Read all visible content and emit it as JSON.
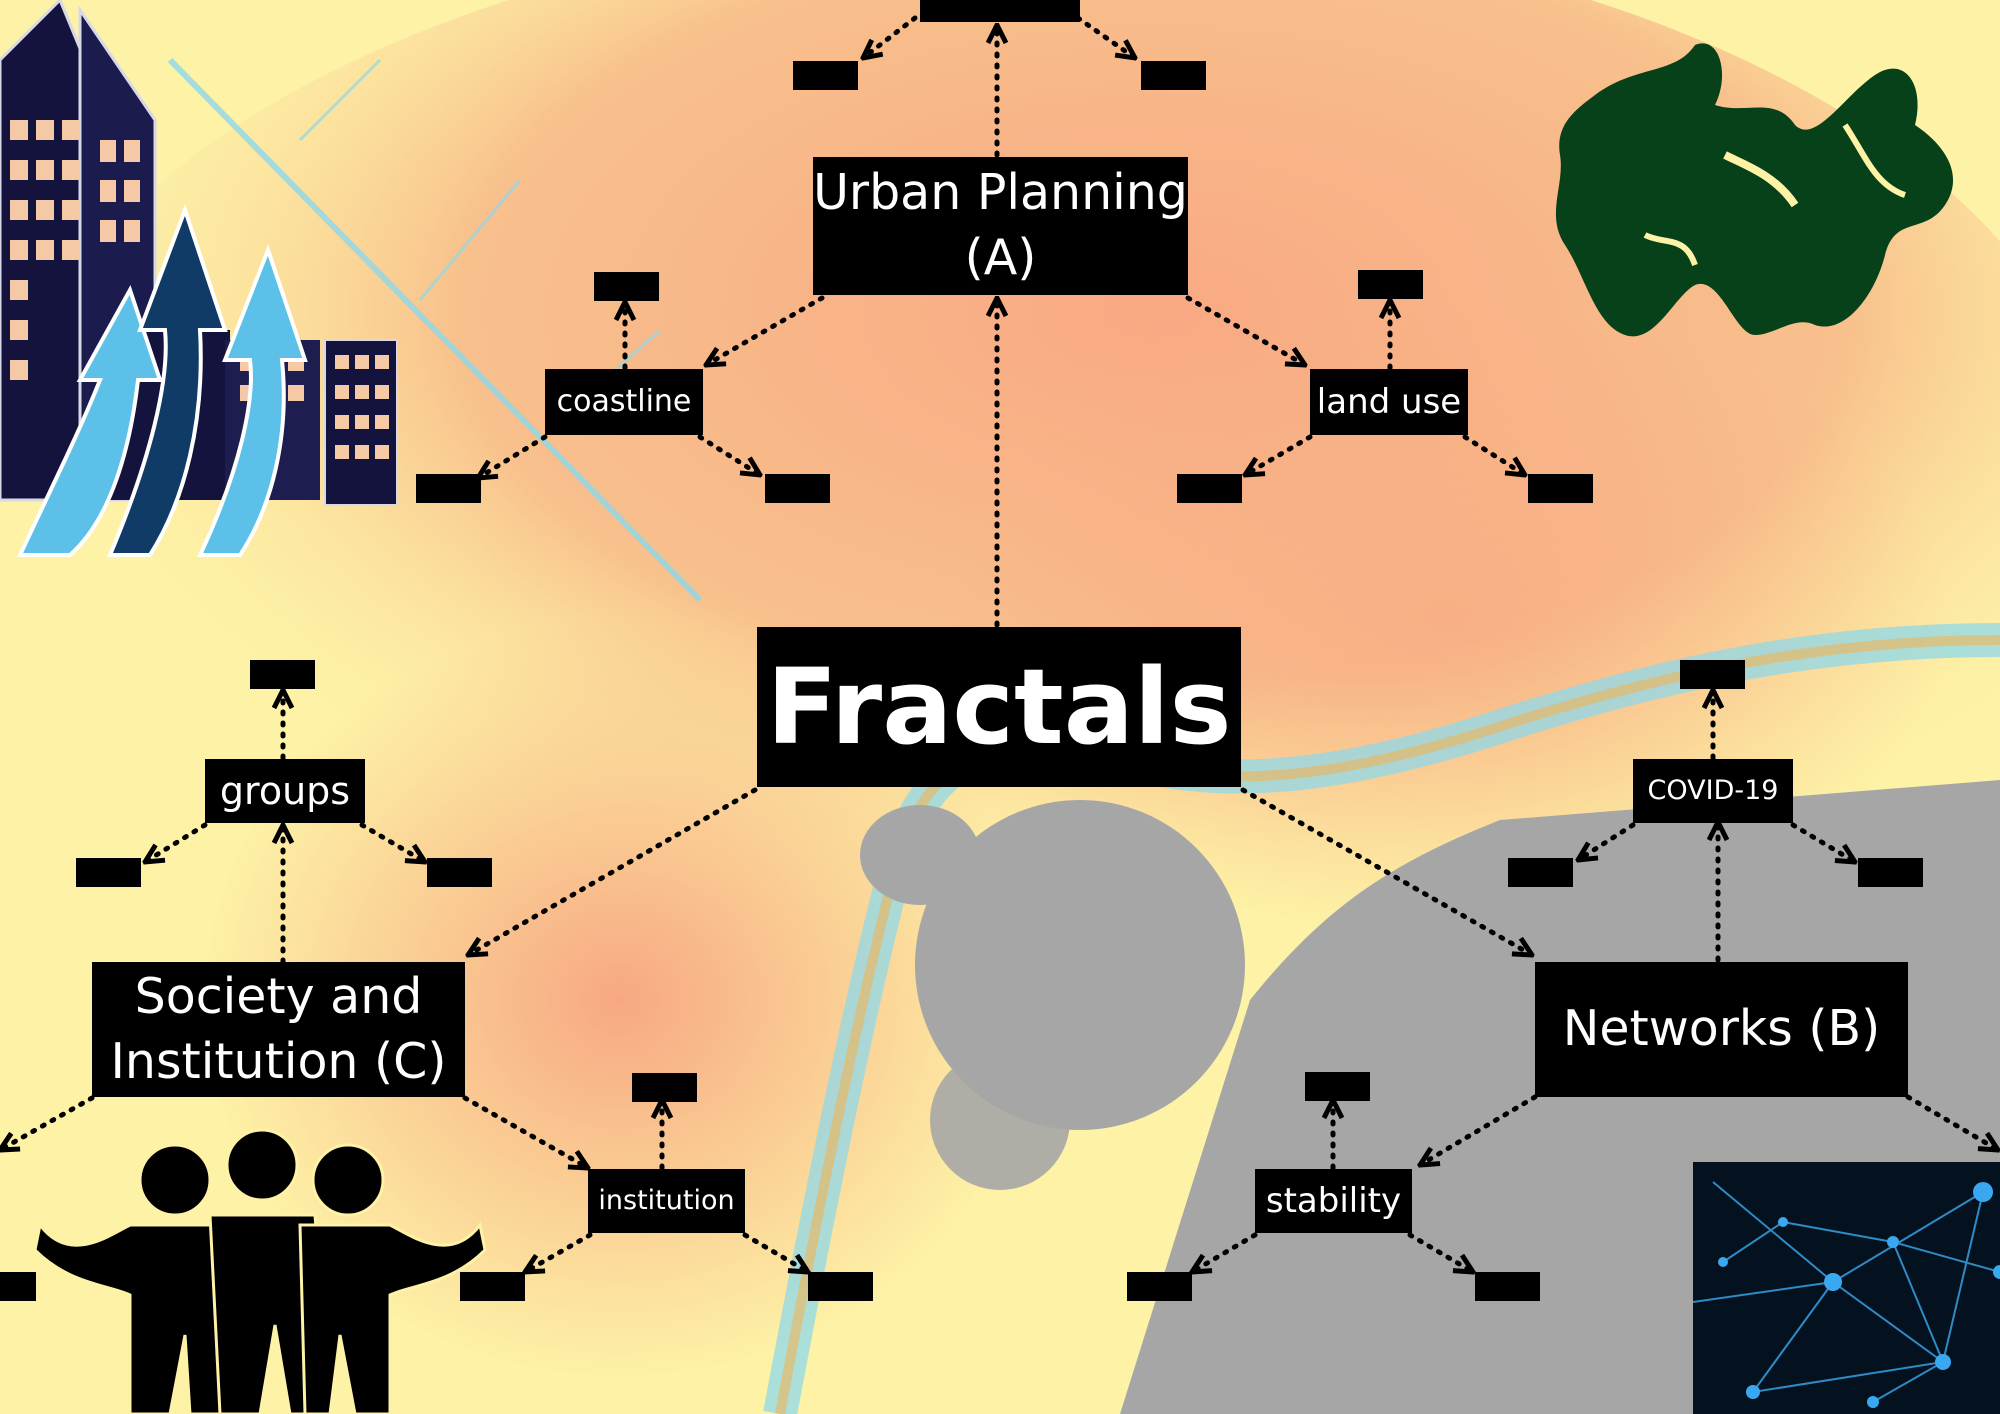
{
  "diagram": {
    "central": "Fractals",
    "branches": {
      "urban_planning": "Urban Planning (A)",
      "networks": "Networks (B)",
      "society": "Society and Institution (C)"
    },
    "subtopics": {
      "coastline": "coastline",
      "land_use": "land use",
      "covid": "COVID-19",
      "stability": "stability",
      "groups": "groups",
      "institution": "institution"
    }
  },
  "colors": {
    "box": "#000000",
    "text": "#ffffff",
    "connector": "#000000",
    "background_light": "#fdf2a6",
    "background_peach": "#f7bd8c",
    "fractal_blue": "#8fd8ea",
    "fractal_grey": "#a6a6a6",
    "land_green": "#074119",
    "building_navy": "#13133d",
    "arrow_light_blue": "#5cc0e8",
    "arrow_dark_blue": "#0f3b66",
    "network_blue": "#3aa8f0"
  },
  "decorations": {
    "top_left": "city-buildings-with-growth-arrows",
    "top_right": "green-fractal-land-map",
    "bottom_left": "people-group-silhouette",
    "bottom_right": "network-graph-image"
  }
}
